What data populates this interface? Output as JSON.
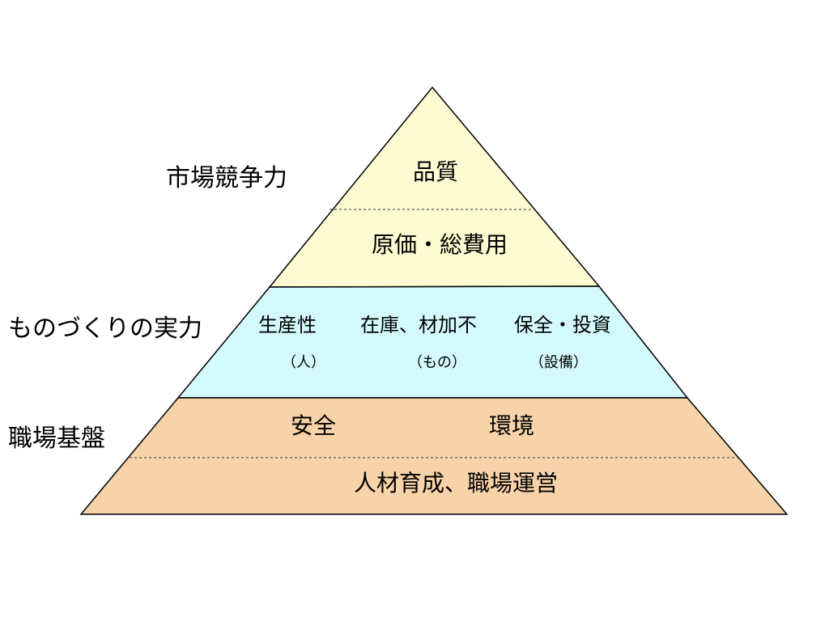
{
  "side_labels": {
    "market": "市場競争力",
    "monozukuri": "ものづくりの実力",
    "foundation": "職場基盤"
  },
  "pyramid": {
    "top": {
      "upper": "品質",
      "lower": "原価・総費用"
    },
    "middle": [
      {
        "main": "生産性",
        "sub": "（人）"
      },
      {
        "main": "在庫、材加不",
        "sub": "（もの）"
      },
      {
        "main": "保全・投資",
        "sub": "（設備）"
      }
    ],
    "bottom": {
      "left": "安全",
      "right": "環境",
      "lower": "人材育成、職場運営"
    }
  },
  "colors": {
    "top_fill": "#FCFBD2",
    "middle_fill": "#D3F9FC",
    "bottom_fill": "#F8D3A9",
    "outline": "#000000",
    "divider": "#555555"
  }
}
